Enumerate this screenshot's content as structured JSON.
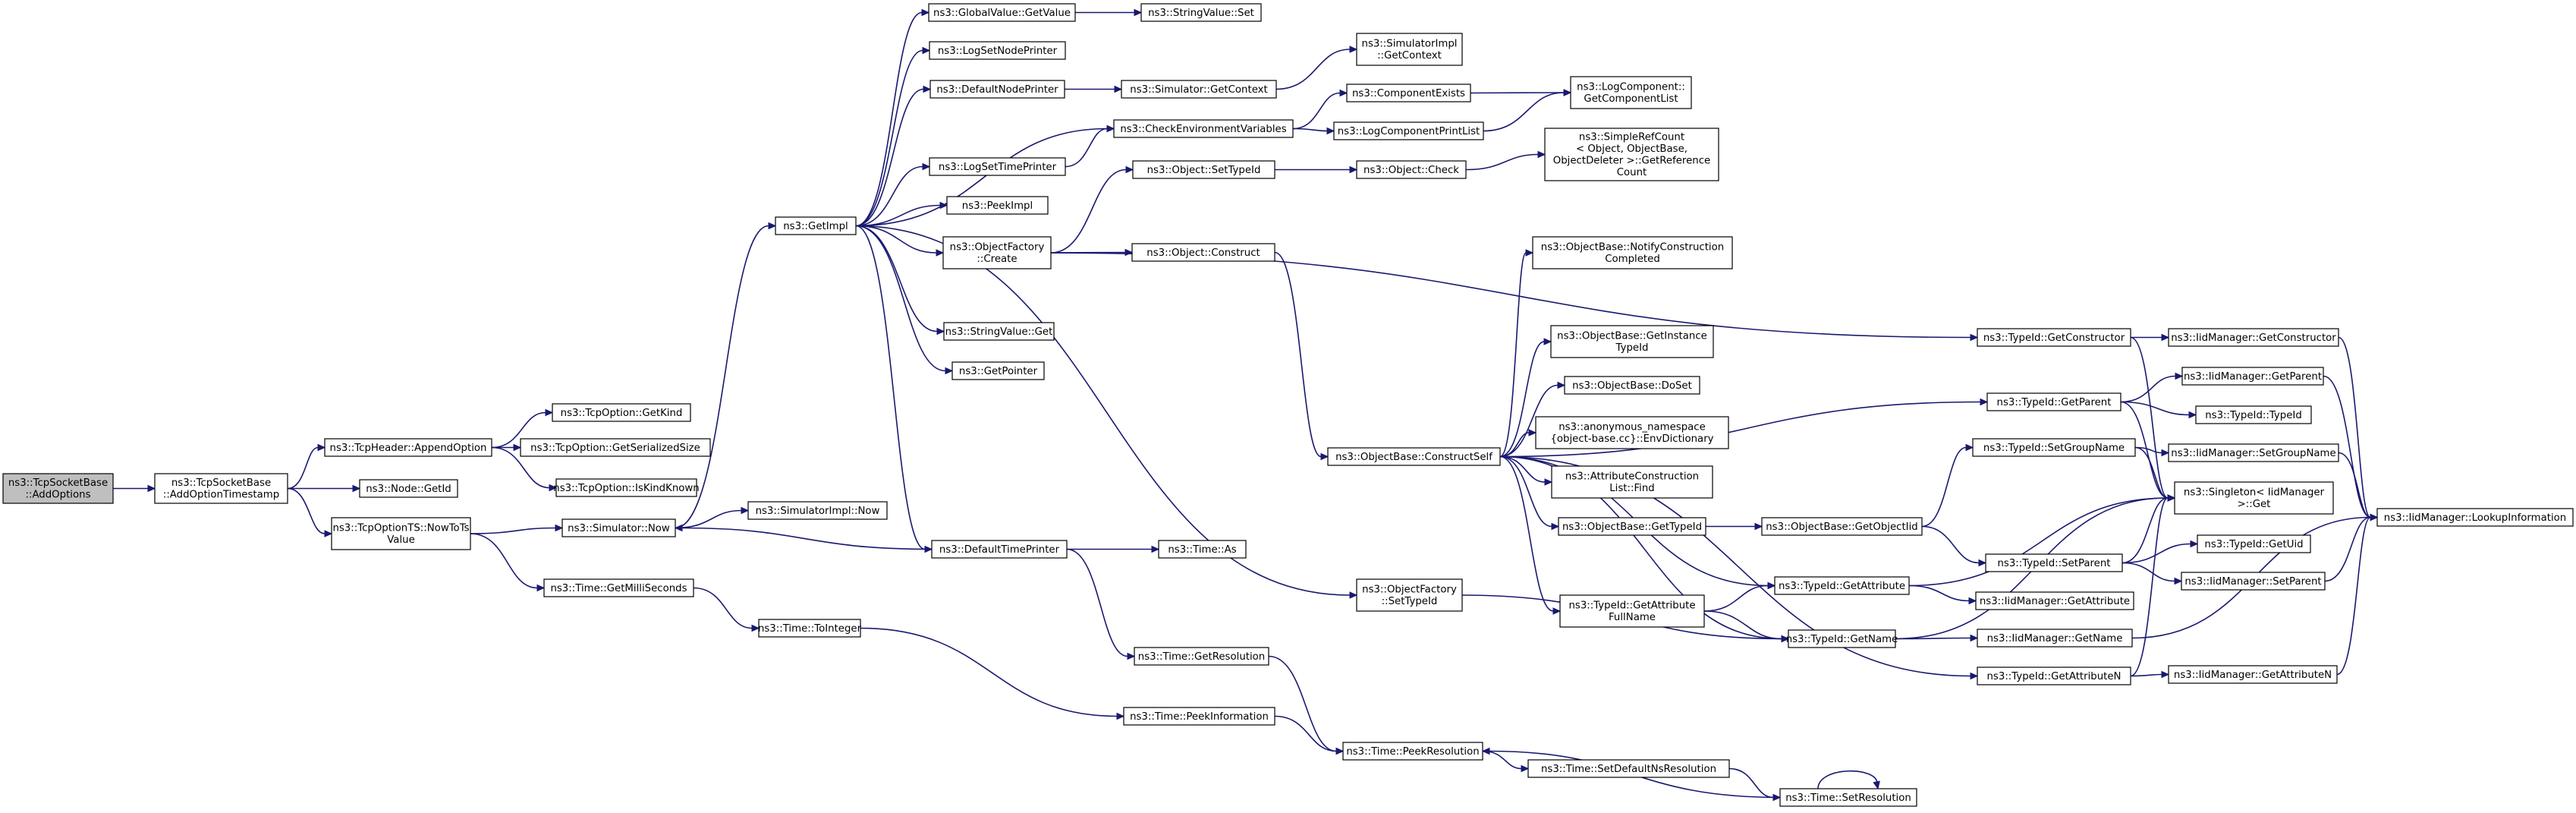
{
  "graph": {
    "edge_color": "#191970",
    "root_fill": "#bfbfbf",
    "node_fill": "#ffffff",
    "nodes": [
      {
        "id": "n0",
        "lines": [
          "ns3::TcpSocketBase",
          "::AddOptions"
        ],
        "root": true
      },
      {
        "id": "n1",
        "lines": [
          "ns3::TcpSocketBase",
          "::AddOptionTimestamp"
        ]
      },
      {
        "id": "n2",
        "lines": [
          "ns3::TcpHeader::AppendOption"
        ]
      },
      {
        "id": "n3",
        "lines": [
          "ns3::TcpOption::GetKind"
        ]
      },
      {
        "id": "n4",
        "lines": [
          "ns3::TcpOption::GetSerializedSize"
        ]
      },
      {
        "id": "n5",
        "lines": [
          "ns3::TcpOption::IsKindKnown"
        ]
      },
      {
        "id": "n6",
        "lines": [
          "ns3::Node::GetId"
        ]
      },
      {
        "id": "n7",
        "lines": [
          "ns3::TcpOptionTS::NowToTs",
          "Value"
        ]
      },
      {
        "id": "n8",
        "lines": [
          "ns3::Simulator::Now"
        ]
      },
      {
        "id": "n9",
        "lines": [
          "ns3::GetImpl"
        ]
      },
      {
        "id": "n10",
        "lines": [
          "ns3::GlobalValue::GetValue"
        ]
      },
      {
        "id": "n11",
        "lines": [
          "ns3::StringValue::Set"
        ]
      },
      {
        "id": "n12",
        "lines": [
          "ns3::LogSetNodePrinter"
        ]
      },
      {
        "id": "n13",
        "lines": [
          "ns3::DefaultNodePrinter"
        ]
      },
      {
        "id": "n14",
        "lines": [
          "ns3::Simulator::GetContext"
        ]
      },
      {
        "id": "n15",
        "lines": [
          "ns3::SimulatorImpl",
          "::GetContext"
        ]
      },
      {
        "id": "n16",
        "lines": [
          "ns3::CheckEnvironmentVariables"
        ]
      },
      {
        "id": "n17",
        "lines": [
          "ns3::ComponentExists"
        ]
      },
      {
        "id": "n18",
        "lines": [
          "ns3::LogComponent::",
          "GetComponentList"
        ]
      },
      {
        "id": "n19",
        "lines": [
          "ns3::LogComponentPrintList"
        ]
      },
      {
        "id": "n20",
        "lines": [
          "ns3::LogSetTimePrinter"
        ]
      },
      {
        "id": "n21",
        "lines": [
          "ns3::PeekImpl"
        ]
      },
      {
        "id": "n22",
        "lines": [
          "ns3::ObjectFactory",
          "::Create"
        ]
      },
      {
        "id": "n23",
        "lines": [
          "ns3::Object::SetTypeId"
        ]
      },
      {
        "id": "n24",
        "lines": [
          "ns3::Object::Check"
        ]
      },
      {
        "id": "n25",
        "lines": [
          "ns3::SimpleRefCount",
          "< Object, ObjectBase,",
          "ObjectDeleter >::GetReference",
          "Count"
        ]
      },
      {
        "id": "n26",
        "lines": [
          "ns3::Object::Construct"
        ]
      },
      {
        "id": "n27",
        "lines": [
          "ns3::ObjectBase::ConstructSelf"
        ]
      },
      {
        "id": "n28",
        "lines": [
          "ns3::ObjectBase::NotifyConstruction",
          "Completed"
        ]
      },
      {
        "id": "n29",
        "lines": [
          "ns3::ObjectBase::GetInstance",
          "TypeId"
        ]
      },
      {
        "id": "n30",
        "lines": [
          "ns3::ObjectBase::DoSet"
        ]
      },
      {
        "id": "n31",
        "lines": [
          "ns3::anonymous_namespace",
          "{object-base.cc}::EnvDictionary"
        ]
      },
      {
        "id": "n32",
        "lines": [
          "ns3::AttributeConstruction",
          "List::Find"
        ]
      },
      {
        "id": "n33",
        "lines": [
          "ns3::ObjectBase::GetTypeId"
        ]
      },
      {
        "id": "n34",
        "lines": [
          "ns3::ObjectBase::GetObjectIid"
        ]
      },
      {
        "id": "n35",
        "lines": [
          "ns3::TypeId::GetAttribute"
        ]
      },
      {
        "id": "n36",
        "lines": [
          "ns3::TypeId::GetAttribute",
          "FullName"
        ]
      },
      {
        "id": "n37",
        "lines": [
          "ns3::TypeId::GetName"
        ]
      },
      {
        "id": "n38",
        "lines": [
          "ns3::TypeId::GetConstructor"
        ]
      },
      {
        "id": "n39",
        "lines": [
          "ns3::IidManager::GetConstructor"
        ]
      },
      {
        "id": "n40",
        "lines": [
          "ns3::TypeId::GetParent"
        ]
      },
      {
        "id": "n41",
        "lines": [
          "ns3::IidManager::GetParent"
        ]
      },
      {
        "id": "n42",
        "lines": [
          "ns3::TypeId::TypeId"
        ]
      },
      {
        "id": "n43",
        "lines": [
          "ns3::TypeId::SetGroupName"
        ]
      },
      {
        "id": "n44",
        "lines": [
          "ns3::IidManager::SetGroupName"
        ]
      },
      {
        "id": "n45",
        "lines": [
          "ns3::Singleton< IidManager",
          ">::Get"
        ]
      },
      {
        "id": "n46",
        "lines": [
          "ns3::TypeId::SetParent"
        ]
      },
      {
        "id": "n47",
        "lines": [
          "ns3::TypeId::GetUid"
        ]
      },
      {
        "id": "n48",
        "lines": [
          "ns3::IidManager::SetParent"
        ]
      },
      {
        "id": "n49",
        "lines": [
          "ns3::IidManager::LookupInformation"
        ]
      },
      {
        "id": "n50",
        "lines": [
          "ns3::IidManager::GetAttribute"
        ]
      },
      {
        "id": "n51",
        "lines": [
          "ns3::IidManager::GetName"
        ]
      },
      {
        "id": "n52",
        "lines": [
          "ns3::TypeId::GetAttributeN"
        ]
      },
      {
        "id": "n53",
        "lines": [
          "ns3::IidManager::GetAttributeN"
        ]
      },
      {
        "id": "n54",
        "lines": [
          "ns3::StringValue::Get"
        ]
      },
      {
        "id": "n55",
        "lines": [
          "ns3::GetPointer"
        ]
      },
      {
        "id": "n56",
        "lines": [
          "ns3::SimulatorImpl::Now"
        ]
      },
      {
        "id": "n57",
        "lines": [
          "ns3::DefaultTimePrinter"
        ]
      },
      {
        "id": "n58",
        "lines": [
          "ns3::Time::As"
        ]
      },
      {
        "id": "n59",
        "lines": [
          "ns3::Time::GetMilliSeconds"
        ]
      },
      {
        "id": "n60",
        "lines": [
          "ns3::Time::ToInteger"
        ]
      },
      {
        "id": "n61",
        "lines": [
          "ns3::Time::PeekInformation"
        ]
      },
      {
        "id": "n62",
        "lines": [
          "ns3::Time::GetResolution"
        ]
      },
      {
        "id": "n63",
        "lines": [
          "ns3::Time::PeekResolution"
        ]
      },
      {
        "id": "n64",
        "lines": [
          "ns3::Time::SetDefaultNsResolution"
        ]
      },
      {
        "id": "n65",
        "lines": [
          "ns3::Time::SetResolution"
        ]
      },
      {
        "id": "n66",
        "lines": [
          "ns3::ObjectFactory",
          "::SetTypeId"
        ]
      }
    ],
    "edges": [
      [
        "n0",
        "n1"
      ],
      [
        "n1",
        "n2"
      ],
      [
        "n1",
        "n6"
      ],
      [
        "n1",
        "n7"
      ],
      [
        "n2",
        "n3"
      ],
      [
        "n2",
        "n4"
      ],
      [
        "n2",
        "n5"
      ],
      [
        "n7",
        "n8"
      ],
      [
        "n7",
        "n59"
      ],
      [
        "n8",
        "n9"
      ],
      [
        "n8",
        "n56"
      ],
      [
        "n9",
        "n10"
      ],
      [
        "n9",
        "n12"
      ],
      [
        "n9",
        "n13"
      ],
      [
        "n9",
        "n16"
      ],
      [
        "n9",
        "n20"
      ],
      [
        "n9",
        "n21"
      ],
      [
        "n9",
        "n22"
      ],
      [
        "n9",
        "n54"
      ],
      [
        "n9",
        "n55"
      ],
      [
        "n9",
        "n57"
      ],
      [
        "n9",
        "n66"
      ],
      [
        "n10",
        "n11"
      ],
      [
        "n13",
        "n14"
      ],
      [
        "n14",
        "n15"
      ],
      [
        "n16",
        "n17"
      ],
      [
        "n16",
        "n19"
      ],
      [
        "n17",
        "n18"
      ],
      [
        "n19",
        "n18"
      ],
      [
        "n20",
        "n16"
      ],
      [
        "n22",
        "n23"
      ],
      [
        "n22",
        "n26"
      ],
      [
        "n22",
        "n38"
      ],
      [
        "n23",
        "n24"
      ],
      [
        "n24",
        "n25"
      ],
      [
        "n26",
        "n27"
      ],
      [
        "n27",
        "n28"
      ],
      [
        "n27",
        "n29"
      ],
      [
        "n27",
        "n30"
      ],
      [
        "n27",
        "n31"
      ],
      [
        "n27",
        "n32"
      ],
      [
        "n27",
        "n33"
      ],
      [
        "n27",
        "n35"
      ],
      [
        "n27",
        "n36"
      ],
      [
        "n27",
        "n37"
      ],
      [
        "n27",
        "n40"
      ],
      [
        "n27",
        "n52"
      ],
      [
        "n33",
        "n34"
      ],
      [
        "n34",
        "n43"
      ],
      [
        "n34",
        "n46"
      ],
      [
        "n35",
        "n45"
      ],
      [
        "n35",
        "n50"
      ],
      [
        "n36",
        "n35"
      ],
      [
        "n36",
        "n37"
      ],
      [
        "n37",
        "n45"
      ],
      [
        "n37",
        "n51"
      ],
      [
        "n38",
        "n39"
      ],
      [
        "n38",
        "n45"
      ],
      [
        "n39",
        "n49"
      ],
      [
        "n40",
        "n41"
      ],
      [
        "n40",
        "n42"
      ],
      [
        "n40",
        "n45"
      ],
      [
        "n41",
        "n49"
      ],
      [
        "n43",
        "n44"
      ],
      [
        "n43",
        "n45"
      ],
      [
        "n44",
        "n49"
      ],
      [
        "n46",
        "n47"
      ],
      [
        "n46",
        "n48"
      ],
      [
        "n46",
        "n45"
      ],
      [
        "n48",
        "n49"
      ],
      [
        "n51",
        "n49"
      ],
      [
        "n52",
        "n53"
      ],
      [
        "n52",
        "n45"
      ],
      [
        "n53",
        "n49"
      ],
      [
        "n57",
        "n8"
      ],
      [
        "n57",
        "n58"
      ],
      [
        "n57",
        "n62"
      ],
      [
        "n59",
        "n60"
      ],
      [
        "n60",
        "n61"
      ],
      [
        "n61",
        "n63"
      ],
      [
        "n62",
        "n63"
      ],
      [
        "n63",
        "n64"
      ],
      [
        "n64",
        "n65"
      ],
      [
        "n65",
        "n63"
      ],
      [
        "n65",
        "n65"
      ],
      [
        "n66",
        "n37"
      ]
    ]
  }
}
